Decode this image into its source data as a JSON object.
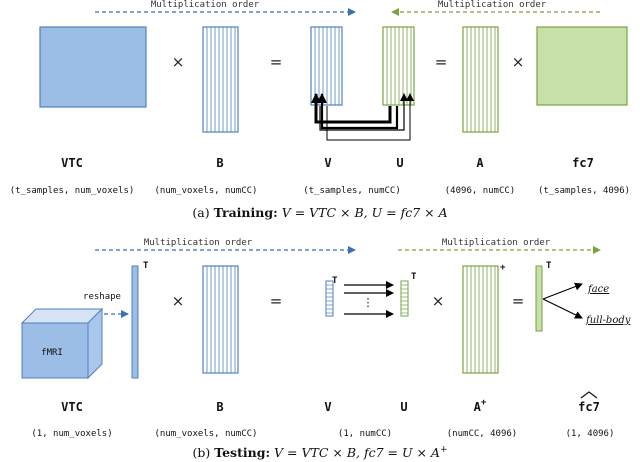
{
  "colors": {
    "blue_fill": "#9bbde6",
    "blue_stroke": "#4f81bd",
    "green_fill": "#c7dfa8",
    "green_stroke": "#77a343",
    "blue_dashed": "#3b6fb6",
    "green_dashed": "#7aa53e",
    "light_blue_fill": "#d6e4f5"
  },
  "multiplication_order": "Multiplication order",
  "training": {
    "labels": [
      "VTC",
      "B",
      "V",
      "U",
      "A",
      "fc7"
    ],
    "dims": [
      "(t_samples, num_voxels)",
      "(num_voxels, numCC)",
      "(t_samples, numCC)",
      "(4096, numCC)",
      "(t_samples, 4096)"
    ],
    "operators": [
      "×",
      "=",
      "=",
      "×"
    ],
    "caption_prefix": "(a)",
    "caption_bold": "Training:",
    "caption_formula": "V = VTC × B, U = fc7 × A"
  },
  "testing": {
    "labels": [
      "VTC",
      "B",
      "V",
      "U",
      "A",
      "fc7"
    ],
    "sup_plus": "+",
    "dims": [
      "(1, num_voxels)",
      "(num_voxels, numCC)",
      "(1, numCC)",
      "(numCC, 4096)",
      "(1, 4096)"
    ],
    "operators": [
      "×",
      "=",
      "×",
      "="
    ],
    "transpose": "T",
    "reshape": "reshape",
    "fmri": "fMRI",
    "ellipsis": "⋮",
    "outputs": [
      "face",
      "full-body"
    ],
    "caption_prefix": "(b)",
    "caption_bold": "Testing:",
    "caption_formula": "V = VTC × B, fc7 = U × A",
    "caption_sup": "+"
  }
}
